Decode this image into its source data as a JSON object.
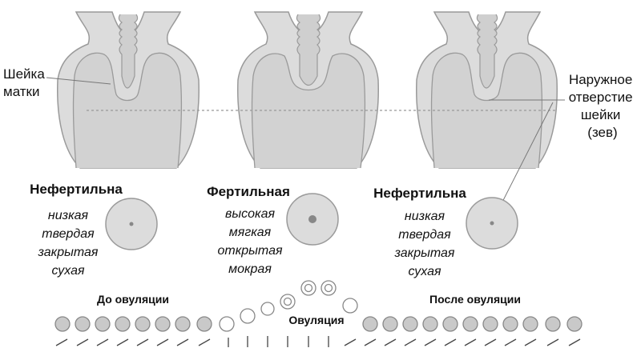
{
  "labels": {
    "cervix": [
      "Шейка",
      "матки"
    ],
    "os": [
      "Наружное",
      "отверстие",
      "шейки",
      "(зев)"
    ]
  },
  "states": [
    {
      "title": "Нефертильна",
      "descriptors": [
        "низкая",
        "твердая",
        "закрытая",
        "сухая"
      ]
    },
    {
      "title": "Фертильная",
      "descriptors": [
        "высокая",
        "мягкая",
        "открытая",
        "мокрая"
      ]
    },
    {
      "title": "Нефертильна",
      "descriptors": [
        "низкая",
        "твердая",
        "закрытая",
        "сухая"
      ]
    }
  ],
  "timeline": {
    "before": "До овуляции",
    "ovulation": "Овуляция",
    "after": "После овуляции"
  },
  "colors": {
    "uterus_fill": "#dcdcdc",
    "uterus_inner": "#cfcfcf",
    "outline": "#9a9a9a",
    "dot_fill": "#c9c9c9",
    "dot_stroke": "#888888"
  }
}
